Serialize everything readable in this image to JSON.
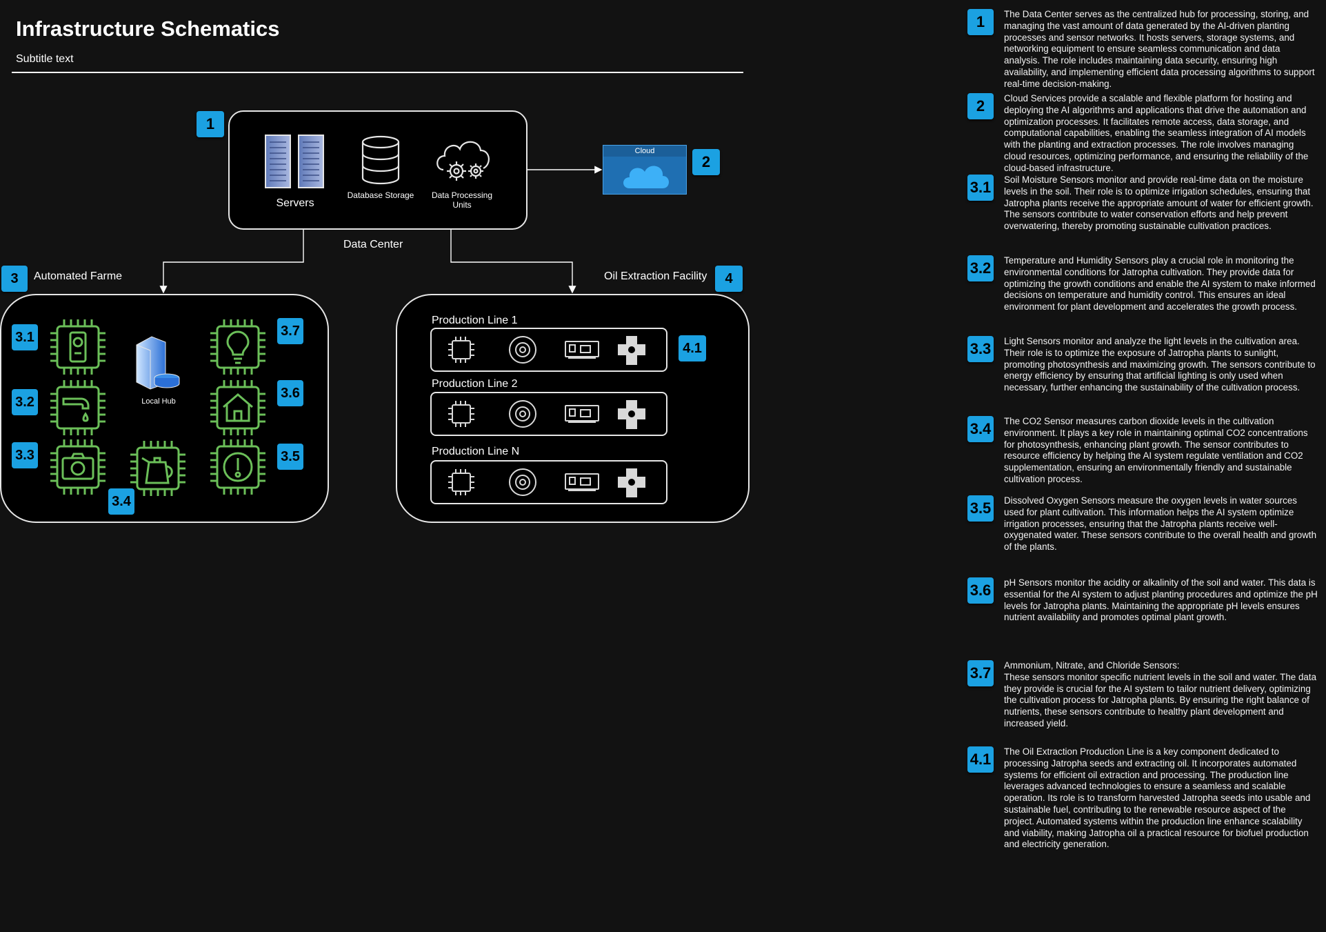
{
  "header": {
    "title": "Infrastructure Schematics",
    "subtitle": "Subtitle text"
  },
  "data_center": {
    "badge": "1",
    "caption": "Data Center",
    "servers_label": "Servers",
    "database_label": "Database Storage",
    "processing_label": "Data Processing Units"
  },
  "cloud": {
    "badge": "2",
    "label": "Cloud"
  },
  "farm": {
    "badge": "3",
    "title": "Automated Farme",
    "hub_label": "Local Hub",
    "sensor_badges": [
      "3.1",
      "3.2",
      "3.3",
      "3.4",
      "3.5",
      "3.6",
      "3.7"
    ]
  },
  "oil": {
    "badge": "4",
    "title": "Oil Extraction Facility",
    "line_badge": "4.1",
    "lines": [
      "Production Line 1",
      "Production Line 2",
      "Production Line N"
    ]
  },
  "descriptions": [
    {
      "id": "1",
      "text": "The Data Center serves as the centralized hub for processing, storing, and managing the vast amount of data generated by the AI-driven planting processes and sensor networks. It hosts servers, storage systems, and networking equipment to ensure seamless communication and data analysis. The role includes maintaining data security, ensuring high availability, and implementing efficient data processing algorithms to support real-time decision-making."
    },
    {
      "id": "2",
      "text": "Cloud Services provide a scalable and flexible platform for hosting and deploying the AI algorithms and applications that drive the automation and optimization processes. It facilitates remote access, data storage, and computational capabilities, enabling the seamless integration of AI models with the planting and extraction processes. The role involves managing cloud resources, optimizing performance, and ensuring the reliability of the cloud-based infrastructure."
    },
    {
      "id": "3.1",
      "text": "Soil Moisture Sensors monitor and provide real-time data on the moisture levels in the soil. Their role is to optimize irrigation schedules, ensuring that Jatropha plants receive the appropriate amount of water for efficient growth. The sensors contribute to water conservation efforts and help prevent overwatering, thereby promoting sustainable cultivation practices."
    },
    {
      "id": "3.2",
      "text": "Temperature and Humidity Sensors play a crucial role in monitoring the environmental conditions for Jatropha cultivation. They provide data for optimizing the growth conditions and enable the AI system to make informed decisions on temperature and humidity control. This ensures an ideal environment for plant development and accelerates the growth process."
    },
    {
      "id": "3.3",
      "text": "Light Sensors monitor and analyze the light levels in the cultivation area. Their role is to optimize the exposure of Jatropha plants to sunlight, promoting photosynthesis and maximizing growth. The sensors contribute to energy efficiency by ensuring that artificial lighting is only used when necessary, further enhancing the sustainability of the cultivation process."
    },
    {
      "id": "3.4",
      "text": "The CO2 Sensor measures carbon dioxide levels in the cultivation environment. It plays a key role in maintaining optimal CO2 concentrations for photosynthesis, enhancing plant growth. The sensor contributes to resource efficiency by helping the AI system regulate ventilation and CO2 supplementation, ensuring an environmentally friendly and sustainable cultivation process."
    },
    {
      "id": "3.5",
      "text": "Dissolved Oxygen Sensors measure the oxygen levels in water sources used for plant cultivation. This information helps the AI system optimize irrigation processes, ensuring that the Jatropha plants receive well-oxygenated water. These sensors contribute to the overall health and growth of the plants."
    },
    {
      "id": "3.6",
      "text": "pH Sensors monitor the acidity or alkalinity of the soil and water. This data is essential for the AI system to adjust planting procedures and optimize the pH levels for Jatropha plants. Maintaining the appropriate pH levels ensures nutrient availability and promotes optimal plant growth."
    },
    {
      "id": "3.7",
      "text": "Ammonium, Nitrate, and Chloride Sensors:\nThese sensors monitor specific nutrient levels in the soil and water. The data they provide is crucial for the AI system to tailor nutrient delivery, optimizing the cultivation process for Jatropha plants. By ensuring the right balance of nutrients, these sensors contribute to healthy plant development and increased yield."
    },
    {
      "id": "4.1",
      "text": "The Oil Extraction Production Line is a key component dedicated to processing Jatropha seeds and extracting oil. It incorporates automated systems for efficient oil extraction and processing. The production line leverages advanced technologies to ensure a seamless and scalable operation. Its role is to transform harvested Jatropha seeds into usable and sustainable fuel, contributing to the renewable resource aspect of the project. Automated systems within the production line enhance scalability and viability, making Jatropha oil a practical resource for biofuel production and electricity generation."
    }
  ],
  "colors": {
    "background": "#121212",
    "badge": "#1ba1e2",
    "sensor_green": "#6bbf59",
    "cloud_blue": "#1f6fb2"
  }
}
